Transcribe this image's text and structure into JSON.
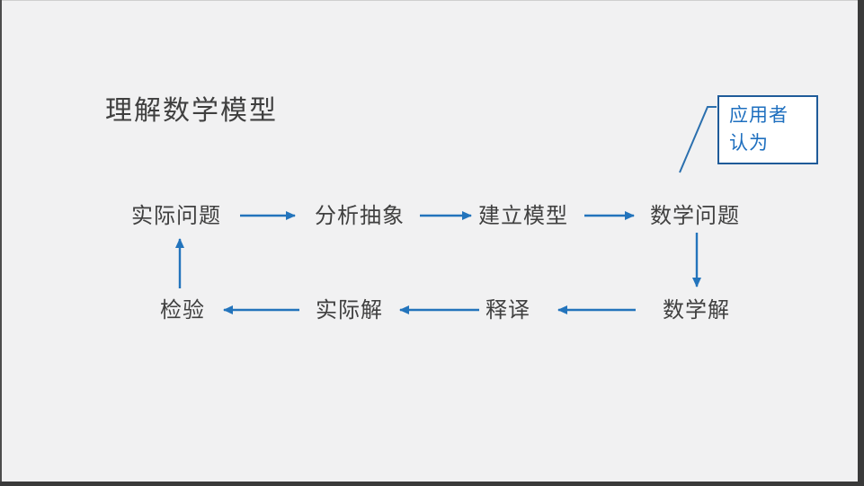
{
  "slide": {
    "title": "理解数学模型",
    "flow": {
      "top_row": [
        {
          "label": "实际问题"
        },
        {
          "label": "分析抽象"
        },
        {
          "label": "建立模型"
        },
        {
          "label": "数学问题"
        }
      ],
      "bottom_row": [
        {
          "label": "数学解"
        },
        {
          "label": "释译"
        },
        {
          "label": "实际解"
        },
        {
          "label": "检验"
        }
      ]
    },
    "callout": {
      "text": "应用者\n认为"
    },
    "colors": {
      "arrow_blue": "#2374bc",
      "callout_border_blue": "#1f5b99",
      "callout_text_blue": "#1e6fbf",
      "body_text_gray": "#404040",
      "background_gray": "#f1f1f2"
    }
  }
}
